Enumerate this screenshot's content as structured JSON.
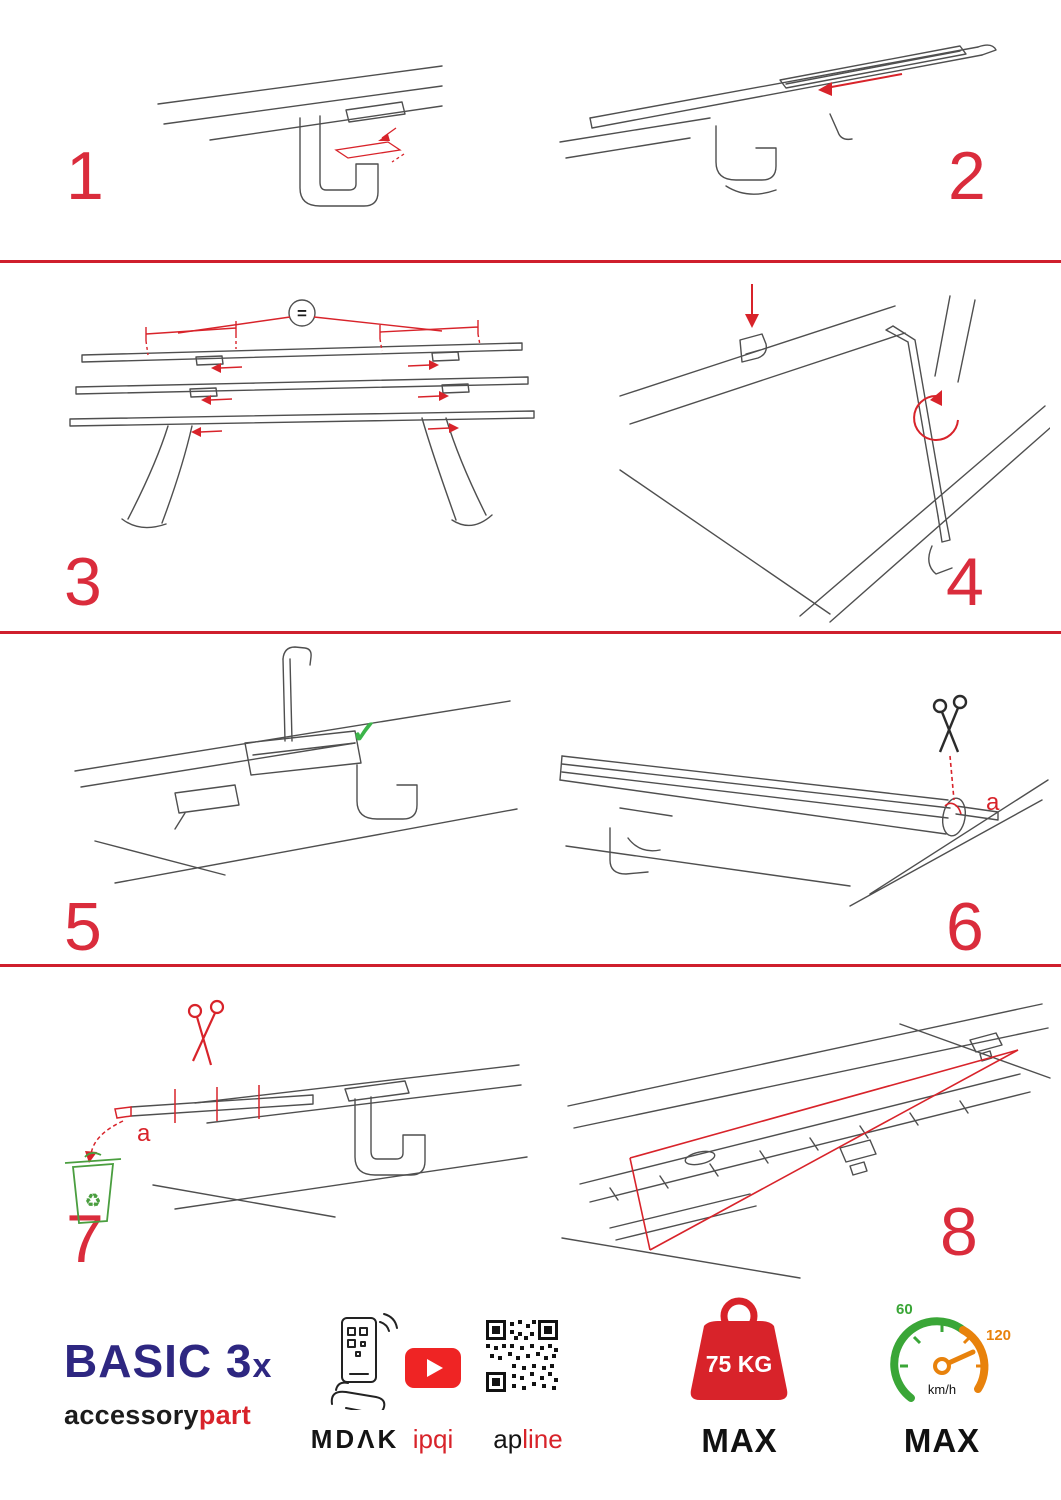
{
  "page": {
    "background": "#ffffff",
    "accent_red": "#d8232a",
    "line_gray": "#4f4f4f"
  },
  "steps": [
    {
      "number": "1"
    },
    {
      "number": "2"
    },
    {
      "number": "3"
    },
    {
      "number": "4"
    },
    {
      "number": "5"
    },
    {
      "number": "6"
    },
    {
      "number": "7"
    },
    {
      "number": "8"
    }
  ],
  "annotations": {
    "equals": "=",
    "label_a_step6": "a",
    "label_a_step7": "a"
  },
  "icons": {
    "recycle": "♻",
    "check": "✓"
  },
  "footer": {
    "brand_title": "BASIC 3",
    "brand_title_suffix": "x",
    "brand_sub_black": "accessory",
    "brand_sub_red": "part",
    "logo_mdak": "MDΛK",
    "logo_ipqi": "ipqi",
    "logo_apline_black": "ap",
    "logo_apline_red": "line",
    "weight_value": "75 KG",
    "weight_max": "MAX",
    "speed_60": "60",
    "speed_120": "120",
    "speed_unit": "km/h",
    "speed_max": "MAX"
  }
}
